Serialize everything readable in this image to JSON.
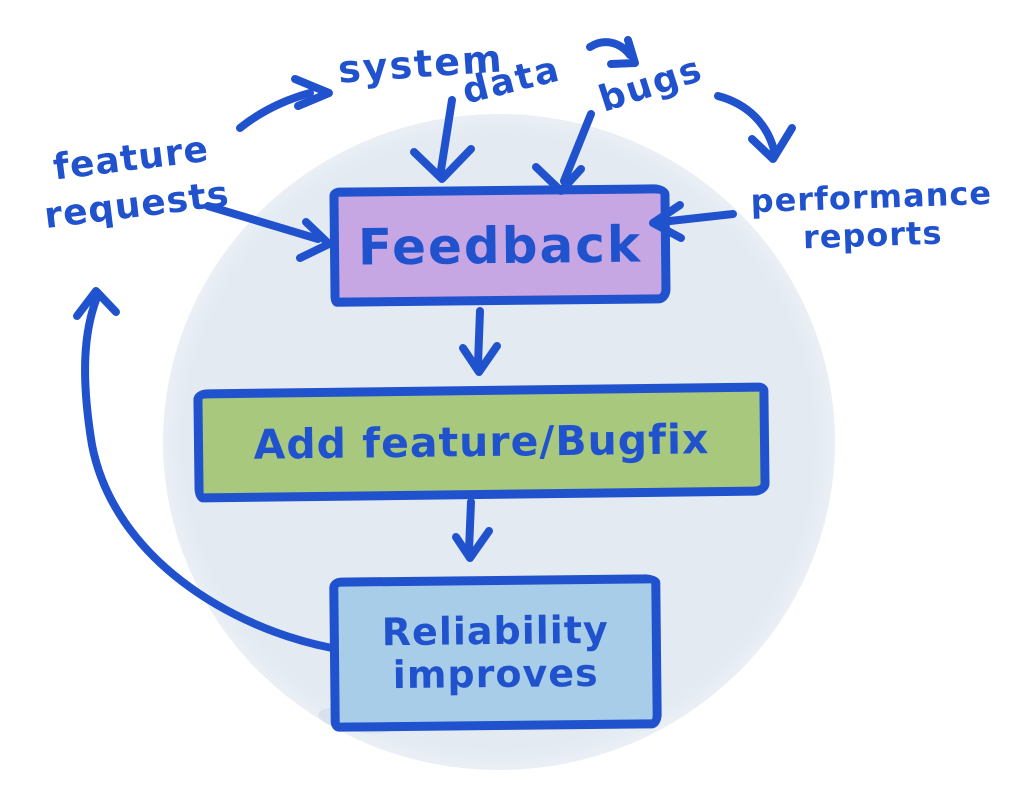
{
  "title": "Feedback loop sketch diagram",
  "colors": {
    "bg": "#ffffff",
    "circle_fill": "#e3eaf2",
    "ink": "#2152cd",
    "feedback_fill": "#c6a6e3",
    "add_fill": "#a8c87e",
    "rel_fill": "#a7cde8"
  },
  "nodes": {
    "feedback": {
      "label": "Feedback"
    },
    "add_feature": {
      "label": "Add feature/Bugfix"
    },
    "reliability": {
      "label": "Reliability\nimproves"
    }
  },
  "inputs": {
    "feature_requests": {
      "label": "feature\nrequests"
    },
    "system": {
      "label": "system"
    },
    "data": {
      "label": "data"
    },
    "bugs": {
      "label": "bugs"
    },
    "performance_reports": {
      "label": "performance\nreports"
    }
  },
  "edges": [
    {
      "from": "feature requests",
      "to": "Feedback"
    },
    {
      "from": "system data",
      "to": "Feedback"
    },
    {
      "from": "bugs",
      "to": "Feedback"
    },
    {
      "from": "performance reports",
      "to": "Feedback"
    },
    {
      "from": "Feedback",
      "to": "Add feature/Bugfix"
    },
    {
      "from": "Add feature/Bugfix",
      "to": "Reliability improves"
    },
    {
      "from": "Reliability improves",
      "to": "feature requests"
    },
    {
      "from": "feature requests",
      "to": "system data"
    },
    {
      "from": "data",
      "to": "bugs"
    },
    {
      "from": "bugs",
      "to": "performance reports"
    }
  ]
}
